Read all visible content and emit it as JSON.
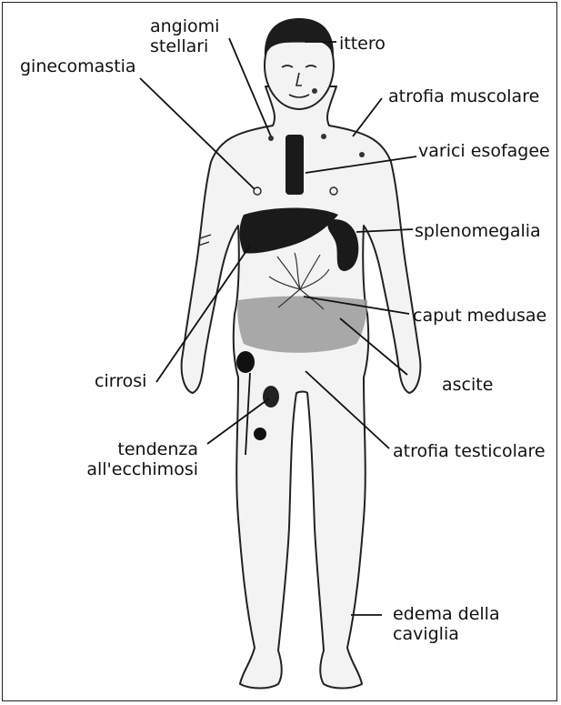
{
  "labels": {
    "angiomi": "angiomi\nstellari",
    "ittero": "ittero",
    "ginecomastia": "ginecomastia",
    "atrofia_muscolare": "atrofia muscolare",
    "varici": "varici esofagee",
    "splenomegalia": "splenomegalia",
    "caput": "caput medusae",
    "cirrosi": "cirrosi",
    "ascite": "ascite",
    "tendenza": "tendenza\nall'ecchimosi",
    "atrofia_testicolare": "atrofia testicolare",
    "edema": "edema della\ncaviglia"
  },
  "colors": {
    "line": "#111111",
    "skin": "#f3f3f3",
    "organ": "#1a1a1a",
    "ascites": "#9a9a9a",
    "hair": "#1c1c1c"
  }
}
